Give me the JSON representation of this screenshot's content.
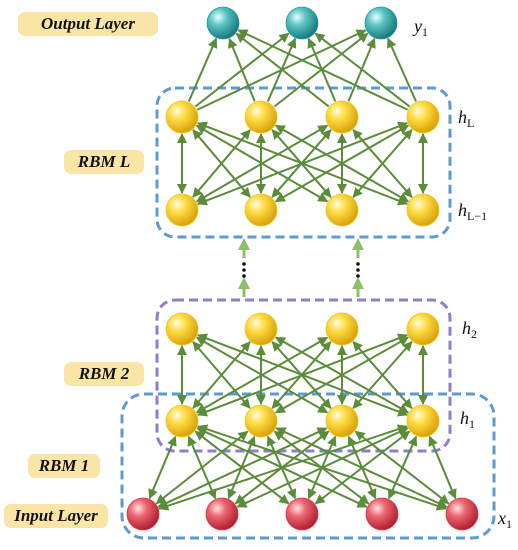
{
  "layer_tags": {
    "output_layer": "Output Layer",
    "rbm_l": "RBM L",
    "rbm_2": "RBM 2",
    "rbm_1": "RBM 1",
    "input_layer": "Input Layer"
  },
  "variables": {
    "y1": {
      "base": "y",
      "sub": "1"
    },
    "hL": {
      "base": "h",
      "sub": "L"
    },
    "hL_minus_1": {
      "base": "h",
      "sub": "L−1"
    },
    "h2": {
      "base": "h",
      "sub": "2"
    },
    "h1": {
      "base": "h",
      "sub": "1"
    },
    "x1": {
      "base": "x",
      "sub": "1"
    }
  },
  "layers": [
    {
      "key": "output",
      "units": 3,
      "color": "#1e9c9e"
    },
    {
      "key": "hL",
      "units": 4,
      "color": "#f2c418"
    },
    {
      "key": "hL_minus_1",
      "units": 4,
      "color": "#f2c418"
    },
    {
      "key": "h2",
      "units": 4,
      "color": "#f2c418"
    },
    {
      "key": "h1",
      "units": 4,
      "color": "#f2c418"
    },
    {
      "key": "input",
      "units": 5,
      "color": "#d93a45"
    }
  ],
  "connections": [
    {
      "from": "hL",
      "to": "output",
      "arrow": "up"
    },
    {
      "from": "hL",
      "to": "hL_minus_1",
      "arrow": "both"
    },
    {
      "from": "h1",
      "to": "h2",
      "arrow": "both"
    },
    {
      "from": "h1",
      "to": "input",
      "arrow": "both"
    }
  ],
  "colors": {
    "edge": "#5b8c3a",
    "rbm_box_blue": "#5b9bd5",
    "rbm_box_purple": "#8a7fd0",
    "tag_fill": "#fbe5a6"
  }
}
